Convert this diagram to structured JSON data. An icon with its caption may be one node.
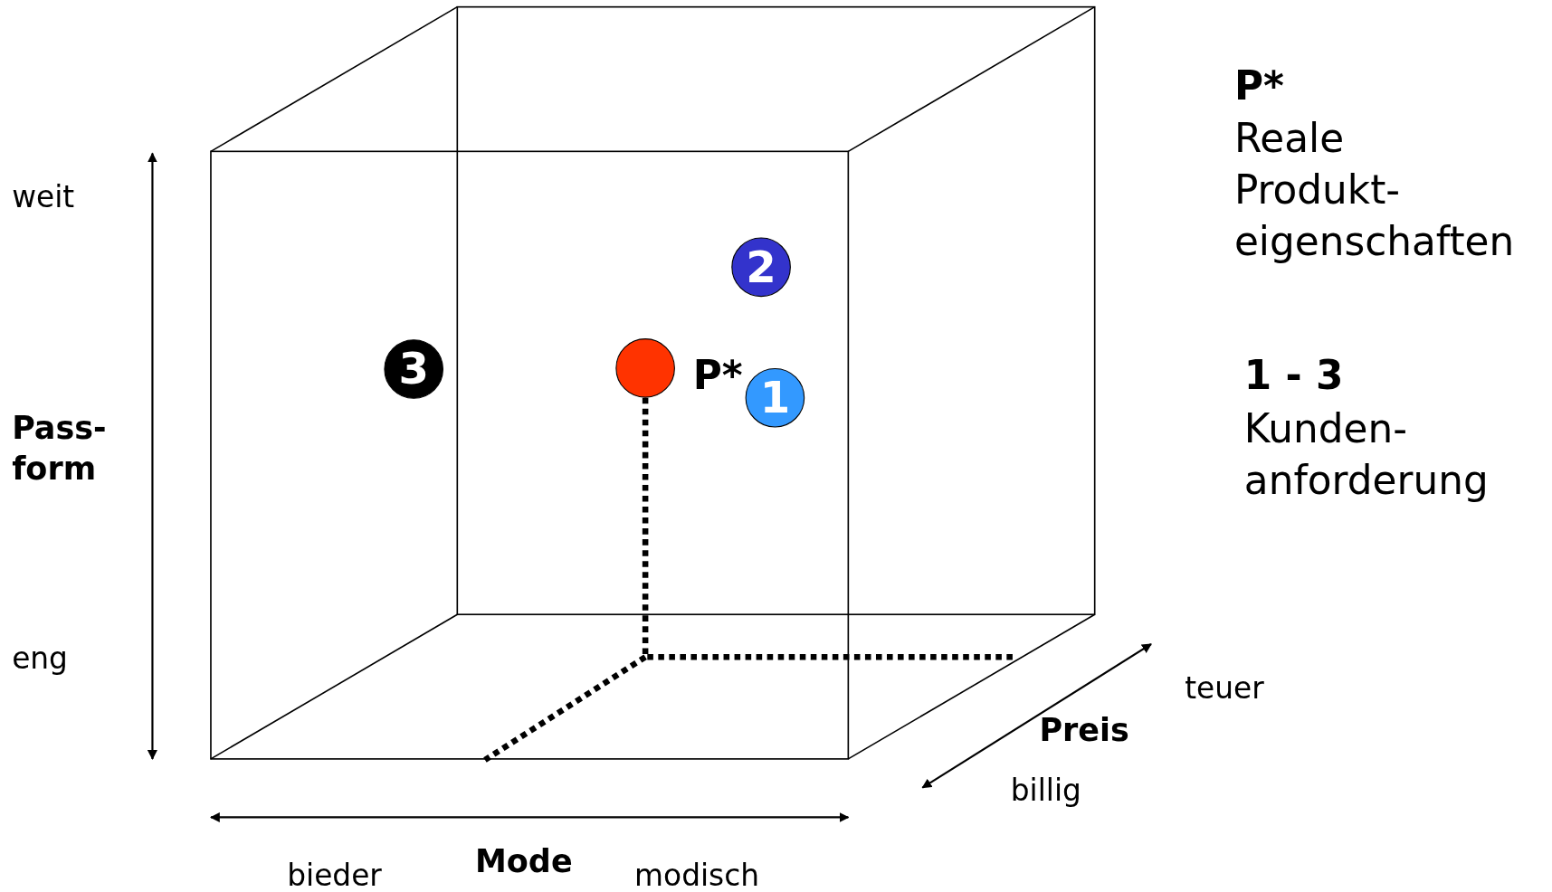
{
  "diagram": {
    "nodes": [
      {
        "text": [
          "2"
        ]
      },
      {
        "text": [
          "3"
        ]
      },
      {
        "text": [],
        "shape": "circle",
        "beside": [
          "P*"
        ]
      },
      {
        "text": [
          "1"
        ]
      }
    ],
    "labels": [
      "P*",
      "Reale Produkt- eigenschaften",
      "weit",
      "1 - 3",
      "Kunden- anforderung",
      "Pass- form",
      "eng",
      "teuer",
      "Preis",
      "billig",
      "bieder",
      "Mode",
      "modisch"
    ]
  }
}
